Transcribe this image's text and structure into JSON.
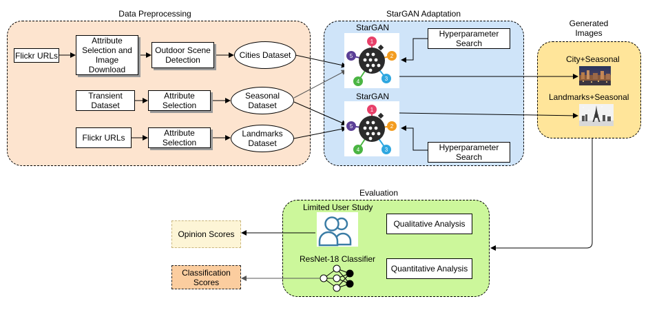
{
  "groups": {
    "preprocessing": "Data Preprocessing",
    "adaptation": "StarGAN Adaptation",
    "generated": "Generated\nImages",
    "evaluation": "Evaluation"
  },
  "preprocessing": {
    "flickr_urls_1": "Flickr URLs",
    "attr_selection_download": "Attribute\nSelection and\nImage\nDownload",
    "outdoor_scene": "Outdoor Scene\nDetection",
    "cities_dataset": "Cities Dataset",
    "transient_dataset": "Transient\nDataset",
    "attr_selection_2": "Attribute\nSelection",
    "seasonal_dataset": "Seasonal\nDataset",
    "flickr_urls_2": "Flickr URLs",
    "attr_selection_3": "Attribute\nSelection",
    "landmarks_dataset": "Landmarks\nDataset"
  },
  "adaptation": {
    "stargan_top": "StarGAN",
    "stargan_bottom": "StarGAN",
    "hyper_top": "Hyperparameter\nSearch",
    "hyper_bottom": "Hyperparameter\nSearch",
    "node_numbers": [
      "1",
      "2",
      "3",
      "4",
      "5"
    ],
    "node_colors": [
      "#e8416a",
      "#f39c1f",
      "#2ea7e0",
      "#4bb543",
      "#5b3f96"
    ]
  },
  "generated": {
    "city_seasonal": "City+Seasonal",
    "landmarks_seasonal": "Landmarks+Seasonal"
  },
  "evaluation": {
    "user_study": "Limited User Study",
    "qualitative": "Qualitative Analysis",
    "resnet": "ResNet-18 Classifier",
    "quantitative": "Quantitative Analysis",
    "opinion_scores": "Opinion Scores",
    "classification_scores": "Classification\nScores"
  },
  "colors": {
    "preprocessing_fill": "#fde4cf",
    "adaptation_fill": "#cfe4f9",
    "generated_fill": "#ffe59a",
    "evaluation_fill": "#ccf79b",
    "opinion_fill": "#fdf5d6",
    "classification_fill": "#fbcd9f",
    "user_icon": "#3a7ca5"
  },
  "icons": [
    "stargan-logo-icon",
    "city-photo-icon",
    "landmark-photo-icon",
    "users-icon",
    "neural-net-icon"
  ]
}
